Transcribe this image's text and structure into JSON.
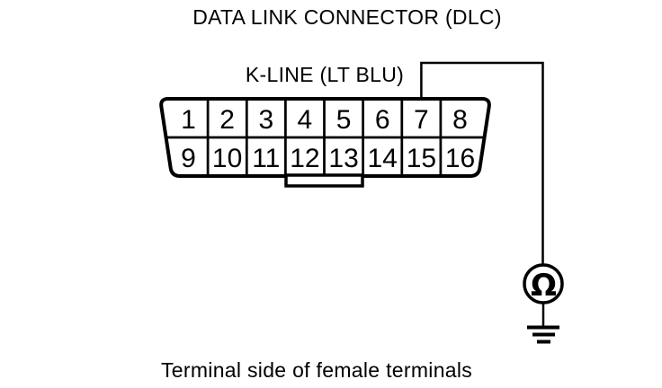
{
  "title": "DATA LINK CONNECTOR (DLC)",
  "connector": {
    "wire_label": "K-LINE (LT BLU)",
    "pins": [
      "1",
      "2",
      "3",
      "4",
      "5",
      "6",
      "7",
      "8",
      "9",
      "10",
      "11",
      "12",
      "13",
      "14",
      "15",
      "16"
    ]
  },
  "meter": {
    "symbol": "Ω"
  },
  "caption": "Terminal side of female terminals",
  "colors": {
    "ink": "#000000",
    "background": "#ffffff"
  }
}
